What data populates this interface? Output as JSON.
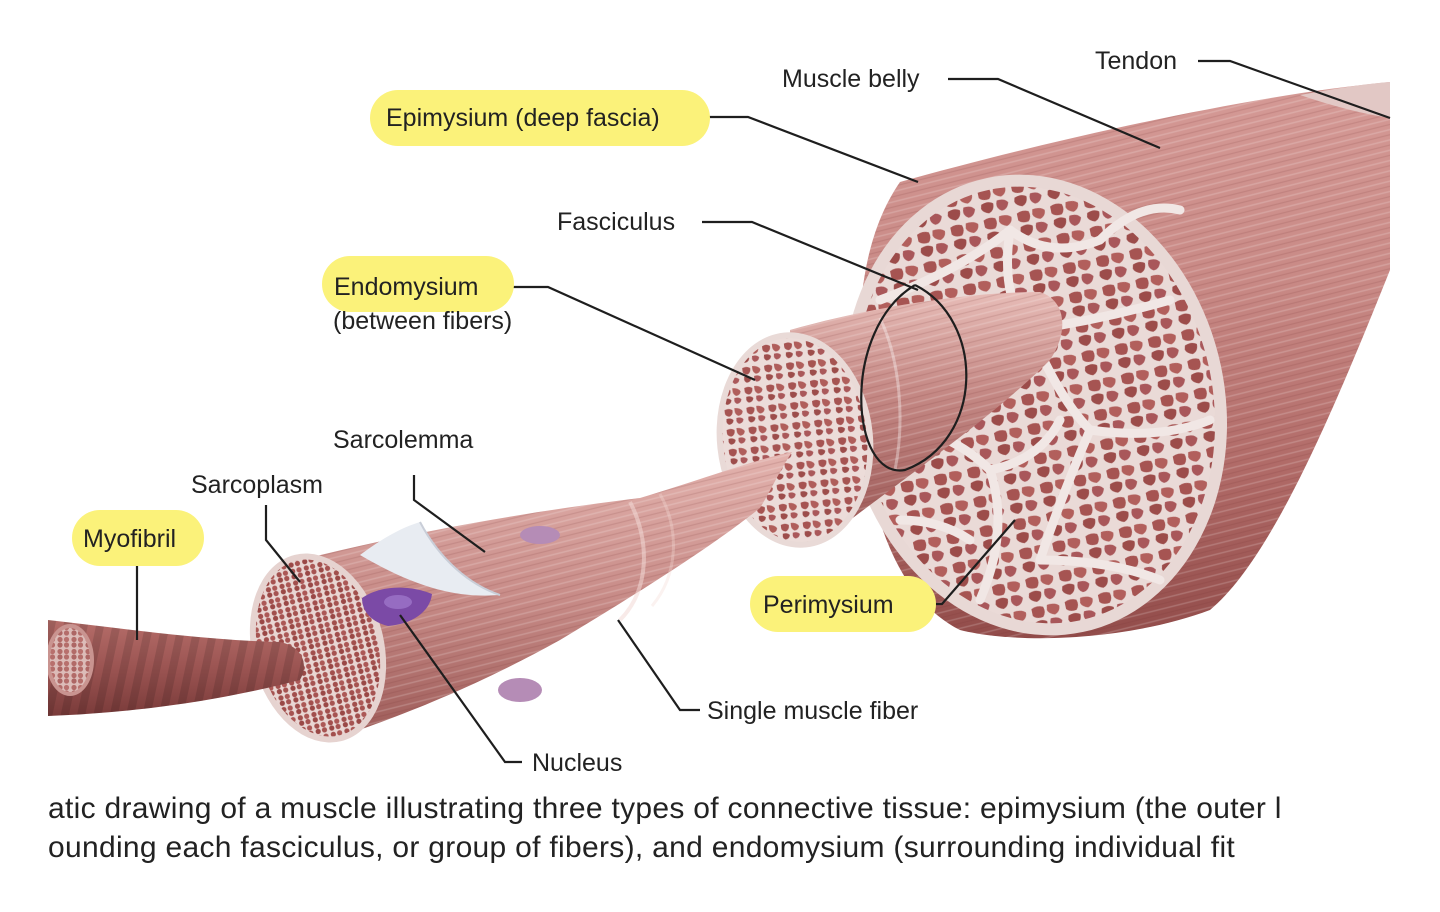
{
  "labels": {
    "muscle_belly": "Muscle belly",
    "tendon": "Tendon",
    "epimysium": "Epimysium (deep fascia)",
    "fasciculus": "Fasciculus",
    "endomysium": "Endomysium",
    "endomysium_sub": "(between fibers)",
    "sarcolemma": "Sarcolemma",
    "sarcoplasm": "Sarcoplasm",
    "myofibril": "Myofibril",
    "perimysium": "Perimysium",
    "single_fiber": "Single muscle fiber",
    "nucleus": "Nucleus"
  },
  "caption": {
    "line1": "atic drawing of a muscle illustrating three types of connective tissue: epimysium (the outer l",
    "line2": "ounding each fasciculus, or group of fibers), and endomysium (surrounding individual fit"
  },
  "colors": {
    "muscle": "#b86f6c",
    "muscle_dark": "#8e4644",
    "connective": "#efe4e2",
    "highlight": "#fbf27a",
    "nucleus": "#7b4aa6"
  }
}
